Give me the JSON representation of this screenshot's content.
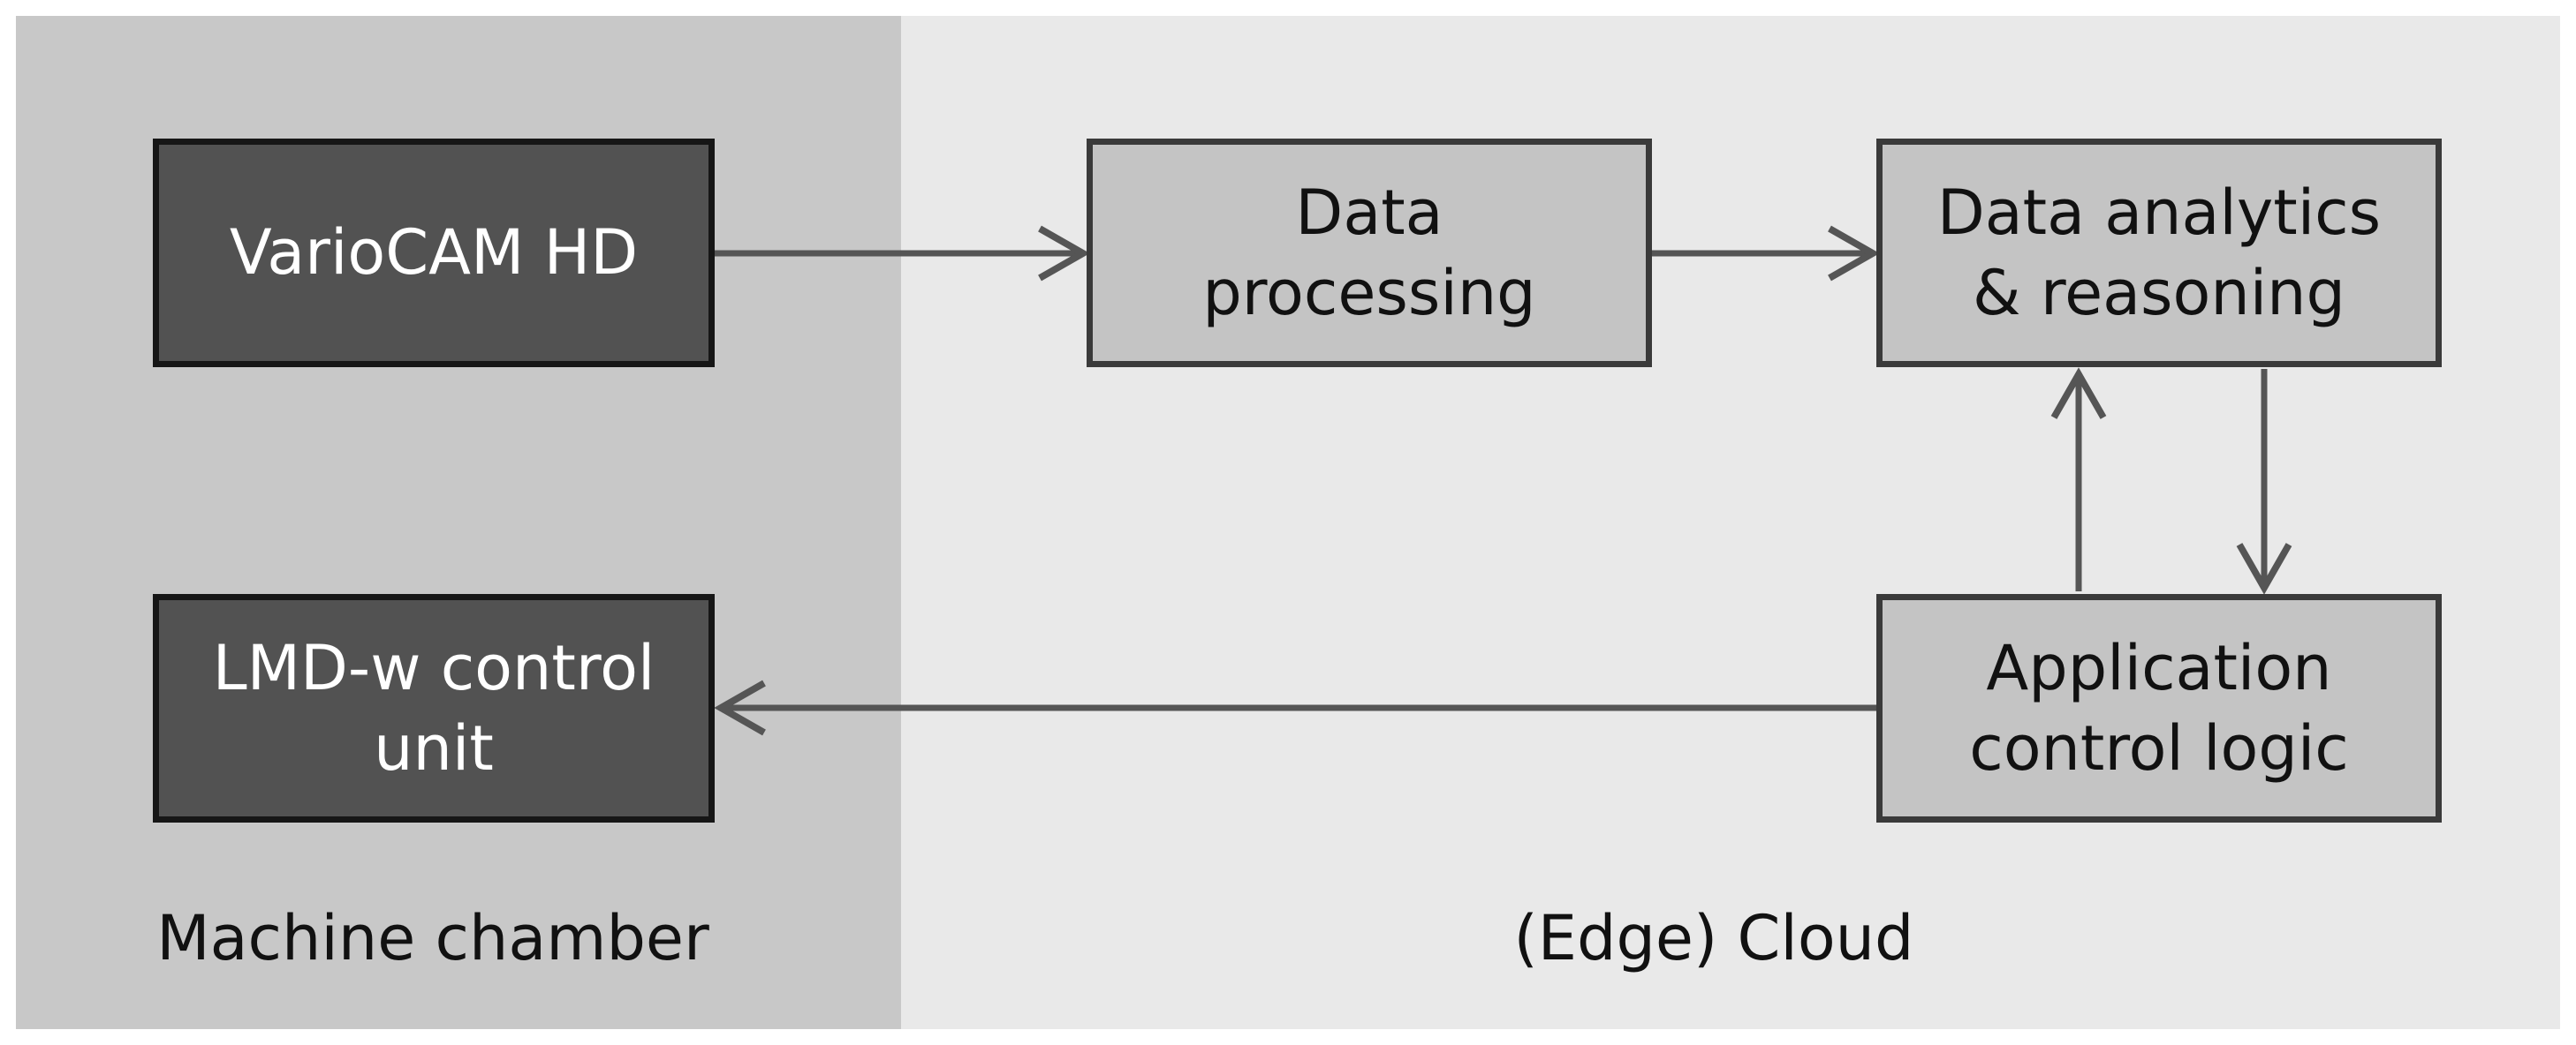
{
  "regions": {
    "machine_chamber": "Machine chamber",
    "edge_cloud": "(Edge) Cloud"
  },
  "nodes": {
    "variocam": {
      "label": "VarioCAM HD"
    },
    "data_processing": {
      "line1": "Data",
      "line2": "processing"
    },
    "data_analytics": {
      "line1": "Data analytics",
      "line2": "& reasoning"
    },
    "lmd_control": {
      "line1": "LMD-w control",
      "line2": "unit"
    },
    "app_control": {
      "line1": "Application",
      "line2": "control logic"
    }
  },
  "colors": {
    "machine_region": "#c8c8c8",
    "cloud_region": "#e9e9e9",
    "dark_box": "#525252",
    "light_box": "#c4c4c4",
    "arrow": "#555555"
  }
}
